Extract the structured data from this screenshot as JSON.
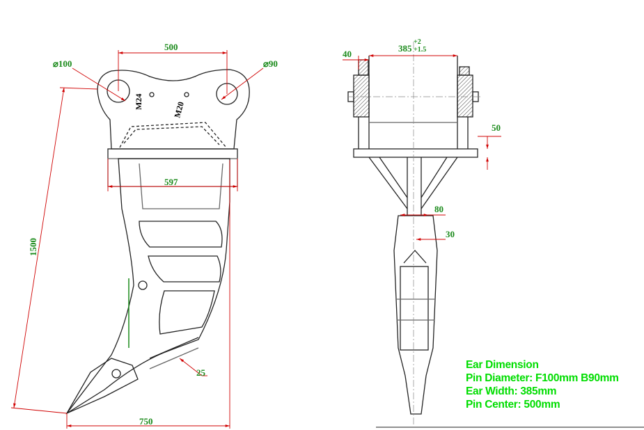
{
  "side_view": {
    "width_top": "500",
    "pin_left": "⌀100",
    "pin_right": "⌀90",
    "bolt_a": "M24",
    "bolt_b": "M20",
    "plate_width": "597",
    "height": "1500",
    "tip_thickness": "25",
    "bottom_width": "750"
  },
  "front_view": {
    "ear_gap_main": "385",
    "ear_gap_tol_upper": "+2",
    "ear_gap_tol_lower": "+1.5",
    "ear_thickness": "40",
    "plate_thickness": "50",
    "shank_width": "80",
    "shank_offset": "30"
  },
  "specs": {
    "title": "Ear Dimension",
    "pin_diameter": "Pin Diameter: F100mm B90mm",
    "ear_width": "Ear Width: 385mm",
    "pin_center": "Pin Center: 500mm"
  },
  "colors": {
    "dimension": "#1a8a1a",
    "spec_text": "#00dd00",
    "annotation": "#d00000"
  }
}
